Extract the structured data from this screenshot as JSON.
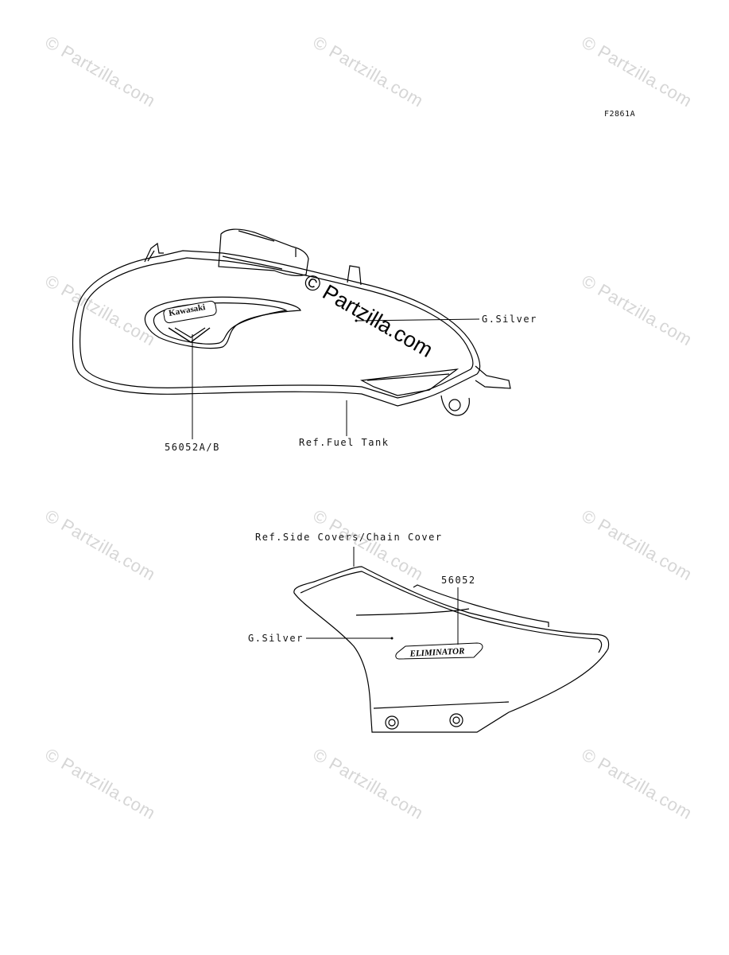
{
  "figure_code": "F2861A",
  "watermark": {
    "small": "© Partzilla.com",
    "large": "© Partzilla.com"
  },
  "logos": {
    "tank_emblem": "Kawasaki",
    "side_cover_emblem": "ELIMINATOR"
  },
  "fuel_tank": {
    "color_label": "G.Silver",
    "part_label": "56052A/B",
    "ref_label": "Ref.Fuel Tank"
  },
  "side_cover": {
    "ref_label": "Ref.Side Covers/Chain Cover",
    "part_label": "56052",
    "color_label": "G.Silver"
  }
}
